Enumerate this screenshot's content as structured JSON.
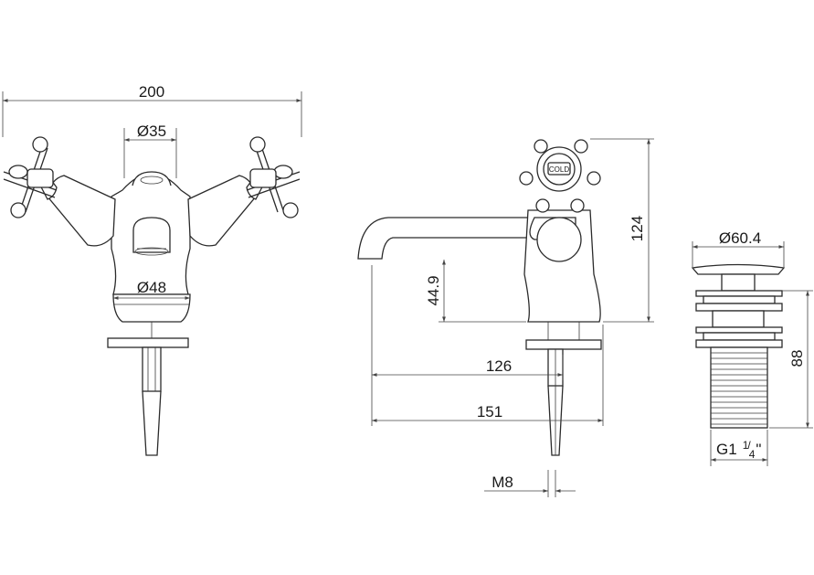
{
  "dimensions": {
    "overall_width": "200",
    "hub_diameter": "Ø35",
    "base_diameter": "Ø48",
    "spout_height": "44.9",
    "spout_reach": "126",
    "overall_depth": "151",
    "overall_height": "124",
    "thread": "M8",
    "waste_diameter": "Ø60.4",
    "waste_height": "88",
    "waste_thread_main": "G1",
    "waste_thread_num": "1",
    "waste_thread_den": "4",
    "waste_thread_suffix": "\""
  },
  "handle_label": "COLD",
  "colors": {
    "line": "#2b2b2b",
    "background": "#ffffff"
  }
}
